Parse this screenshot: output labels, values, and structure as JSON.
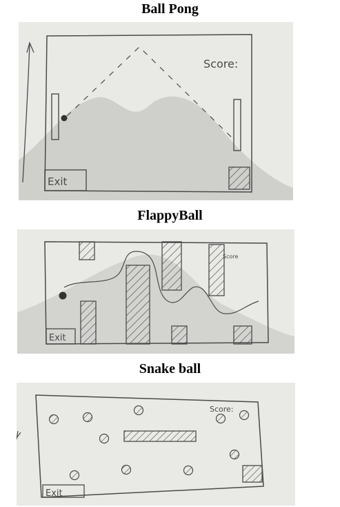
{
  "sketches": [
    {
      "title": "Ball Pong",
      "score_label": "Score:",
      "exit_label": "Exit"
    },
    {
      "title": "FlappyBall",
      "score_label": "Score",
      "exit_label": "Exit"
    },
    {
      "title": "Snake ball",
      "score_label": "Score:",
      "exit_label": "Exit"
    }
  ],
  "colors": {
    "paper": "#e9e9e6",
    "pencil": "#4a4a4a",
    "shadow": "#b9b9b6"
  }
}
